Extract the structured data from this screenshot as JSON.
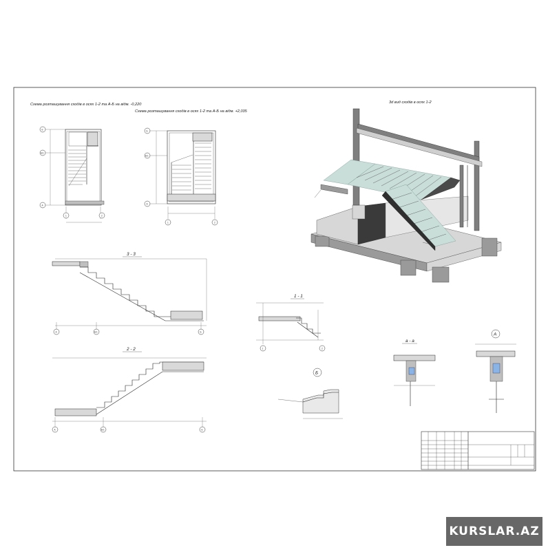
{
  "sheet": {
    "plan1_title": "Схема розташування сходів в осях 1-2 та А-Б на відм. -0,220",
    "plan2_title": "Схема розташування сходів в осях 1-2 та А-Б на відм. +2,035",
    "view3d_title": "3d вид сходів в осях 1-2",
    "section_33": "3 - 3",
    "section_22": "2 - 2",
    "section_11": "1 - 1",
    "section_aa": "а - а",
    "node_b": "Б",
    "node_a": "А"
  },
  "axes": {
    "a": "А",
    "b": "Б",
    "b1": "Б/1",
    "n1": "1",
    "n2": "2"
  },
  "watermark": "KURSLAR.AZ"
}
